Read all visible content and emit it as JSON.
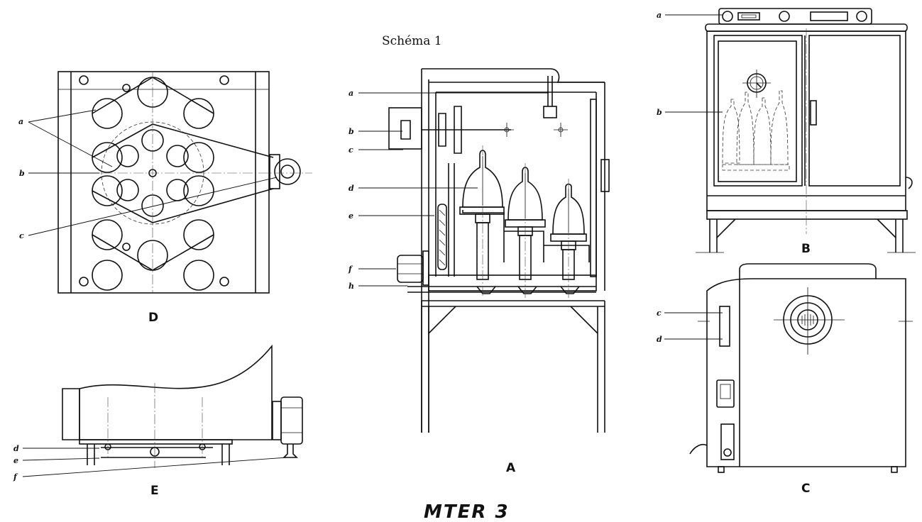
{
  "title": "Schéma 1",
  "brand": "MTER 3",
  "views": {
    "A": {
      "caption": "A",
      "labels": [
        "a",
        "b",
        "c",
        "d",
        "e",
        "f",
        "h"
      ]
    },
    "B": {
      "caption": "B",
      "labels": [
        "a",
        "b"
      ]
    },
    "C": {
      "caption": "C",
      "labels": [
        "c",
        "d"
      ]
    },
    "D": {
      "caption": "D",
      "labels": [
        "a",
        "b",
        "c"
      ]
    },
    "E": {
      "caption": "E",
      "labels": [
        "d",
        "e",
        "f"
      ]
    }
  }
}
